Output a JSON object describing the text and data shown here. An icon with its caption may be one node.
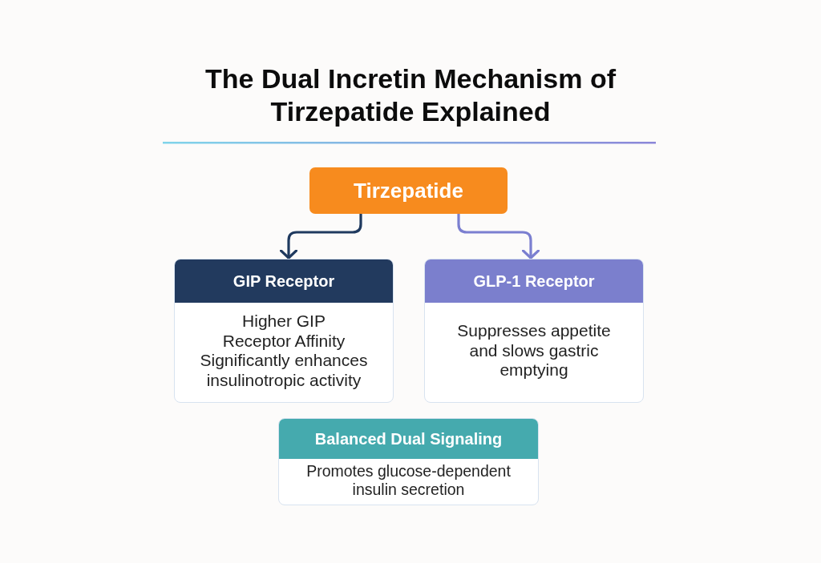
{
  "diagram": {
    "title": "The Dual Incretin Mechanism of Tirzepatide Explained",
    "nodes": [
      {
        "text": [
          "Tirzepatide"
        ]
      },
      {
        "text": [
          "GIP Receptor",
          "Higher GIP Receptor Affinity",
          "Significantly enhances insulinotropic activity"
        ]
      },
      {
        "text": [
          "GLP-1 Receptor",
          "Suppresses appetite and slows gastric emptying"
        ]
      },
      {
        "text": [
          "Balanced Dual Signaling",
          "Promotes glucose-dependent insulin secretion"
        ]
      }
    ],
    "edges": [
      {
        "from": 0,
        "to": 1,
        "arrow": "to",
        "color": "#1f3a5f"
      },
      {
        "from": 0,
        "to": 2,
        "arrow": "to",
        "color": "#7b7fd0"
      }
    ]
  }
}
